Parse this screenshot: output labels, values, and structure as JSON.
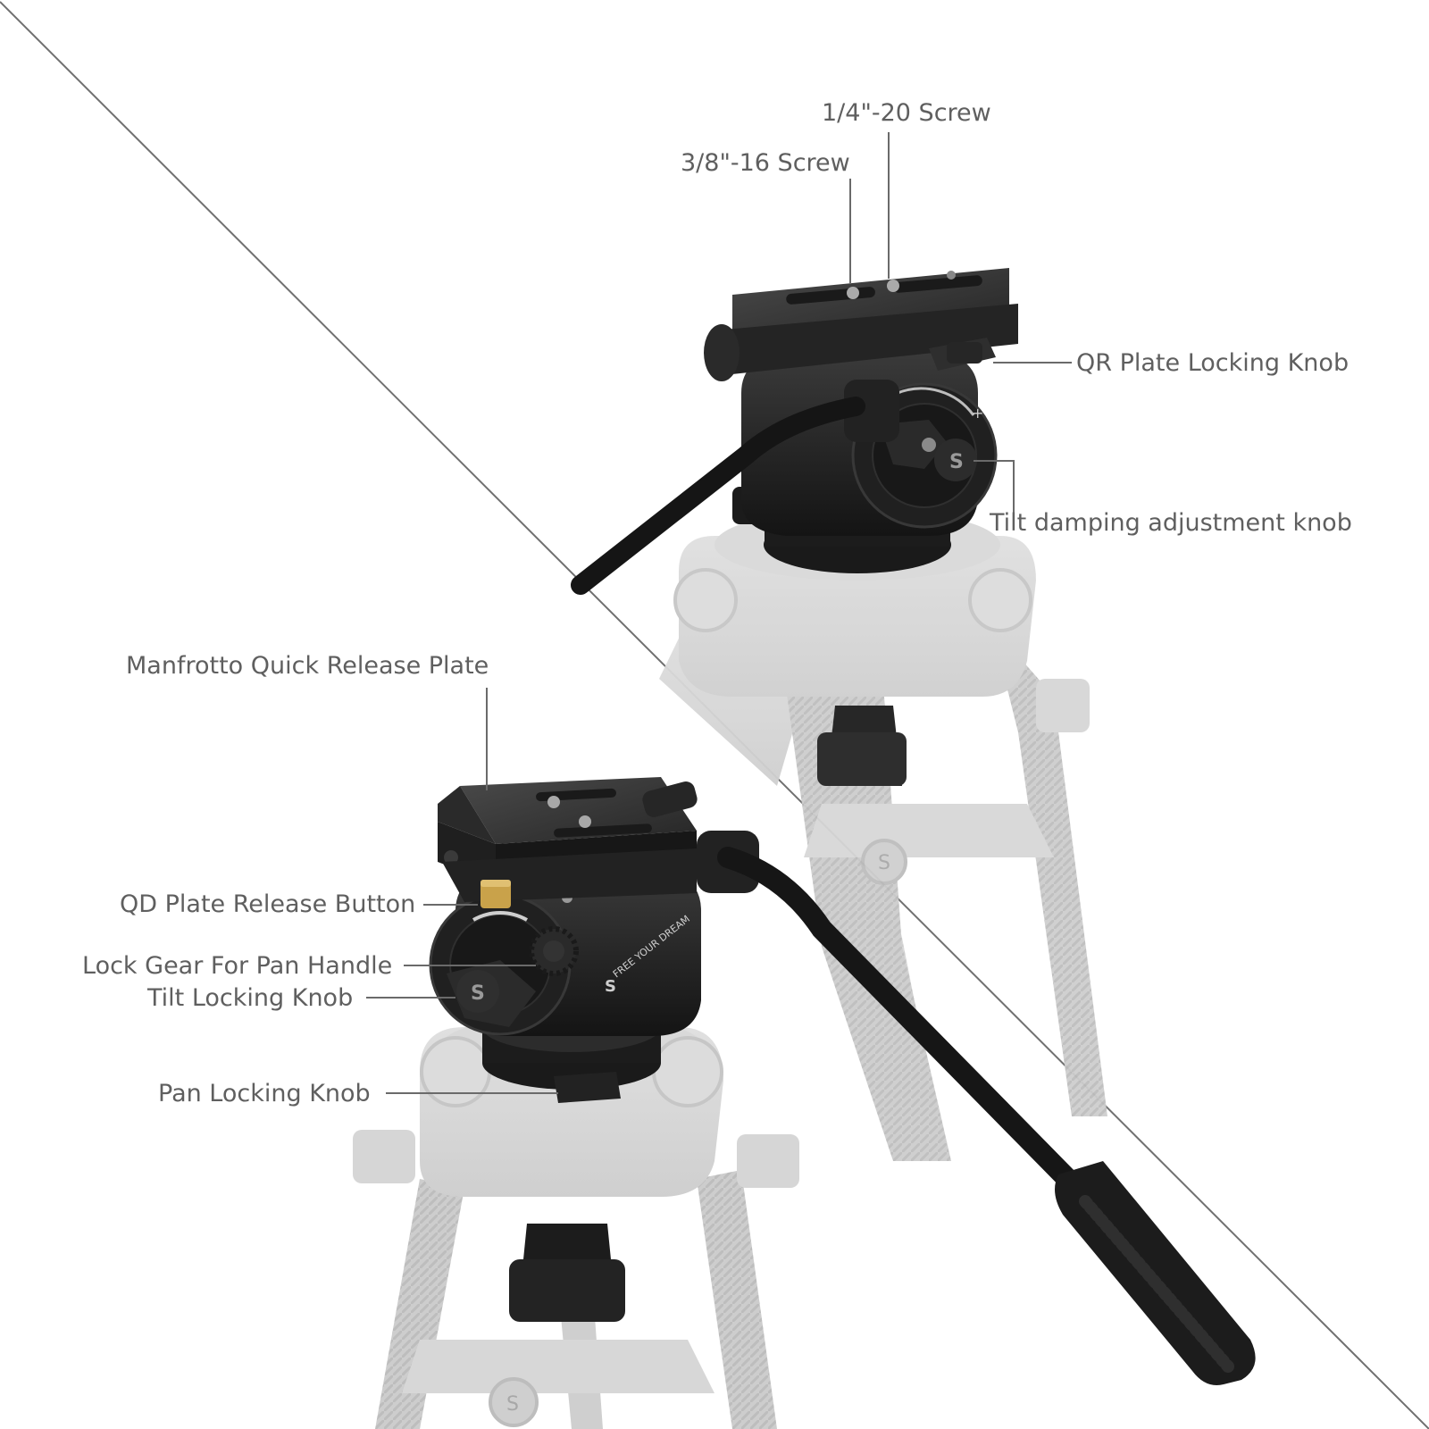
{
  "labels": {
    "screw_quarter": "1/4\"-20 Screw",
    "screw_three_eighths": "3/8\"-16 Screw",
    "qr_plate_locking_knob": "QR Plate Locking Knob",
    "tilt_damping_knob": "Tilt damping adjustment knob",
    "manfrotto_plate": "Manfrotto Quick Release Plate",
    "qd_release_button": "QD Plate Release Button",
    "lock_gear_pan_handle": "Lock Gear For Pan Handle",
    "tilt_locking_knob": "Tilt Locking Knob",
    "pan_locking_knob": "Pan Locking Knob"
  },
  "colors": {
    "label_text": "#5f5f5f",
    "leader_line": "#6a6a6a",
    "divider": "#707070",
    "head_body": "#1f1f1f",
    "tripod_ghost": "#d4d4d4",
    "brass_button": "#c9a24a"
  },
  "icons": [
    "tripod-ghost-upper",
    "tripod-ghost-lower",
    "fluid-head-upper",
    "fluid-head-lower",
    "pan-handle-icon",
    "rubber-grip-icon",
    "brand-logo-icon"
  ]
}
